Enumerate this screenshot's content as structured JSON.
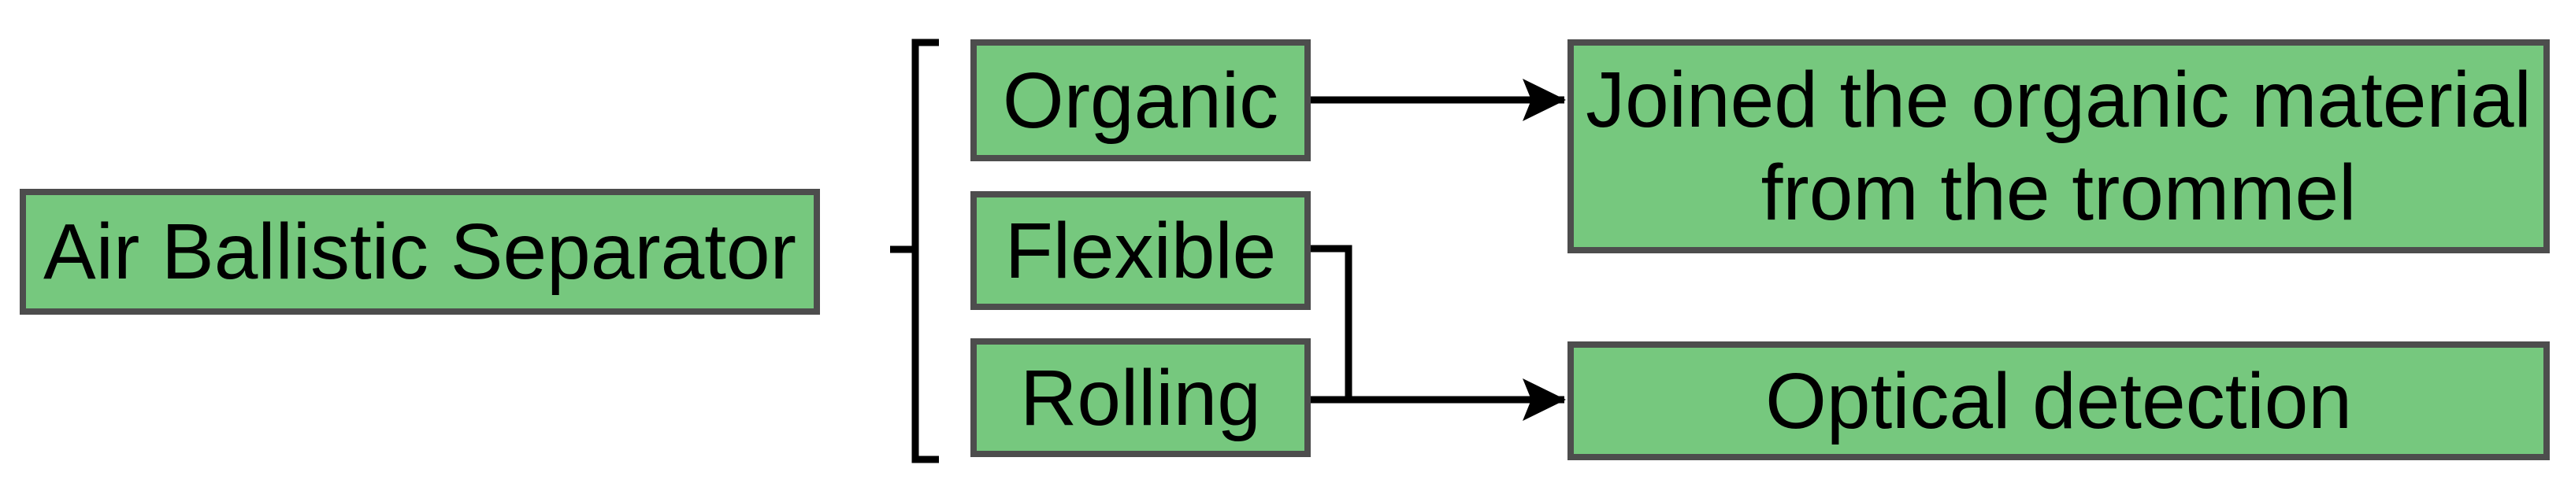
{
  "diagram": {
    "root": {
      "label": "Air Ballistic Separator"
    },
    "branches": [
      {
        "label": "Organic"
      },
      {
        "label": "Flexible"
      },
      {
        "label": "Rolling"
      }
    ],
    "outcomes": [
      {
        "label": "Joined the organic material from the trommel"
      },
      {
        "label": "Optical detection"
      }
    ]
  },
  "colors": {
    "box_fill": "#76c87e",
    "box_border": "#4d4d4d",
    "connector": "#000000",
    "text": "#000000",
    "background": "#ffffff"
  }
}
